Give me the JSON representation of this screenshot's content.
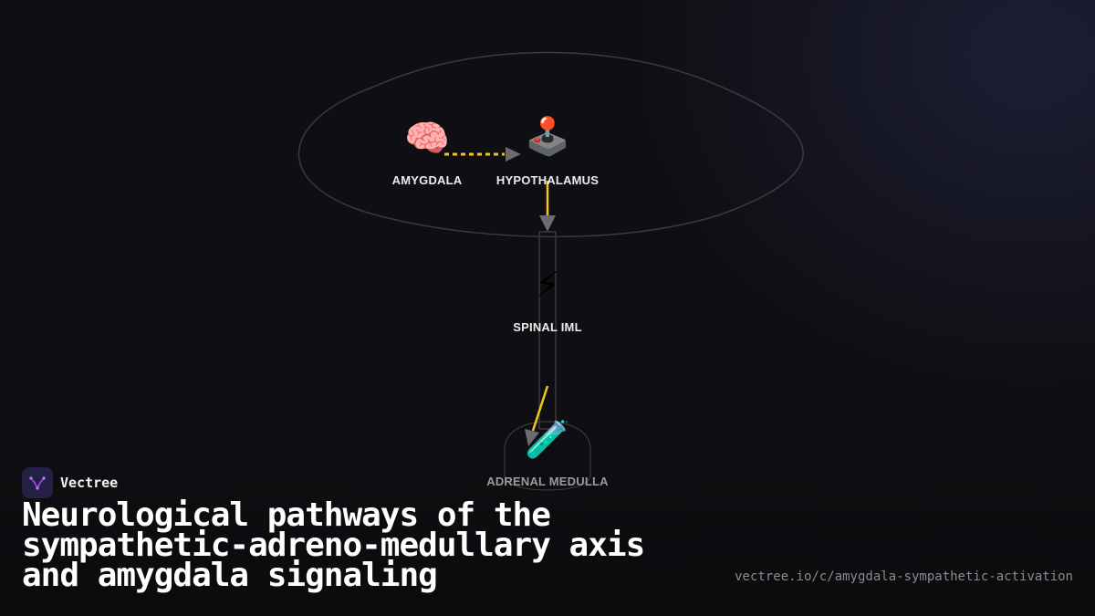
{
  "brand": {
    "name": "Vectree"
  },
  "title": "Neurological pathways of the sympathetic-adreno-medullary axis and amygdala signaling",
  "url": "vectree.io/c/amygdala-sympathetic-activation",
  "colors": {
    "background": "#0f0f13",
    "edge_active": "#f5c518",
    "edge_arrowhead": "#6b6b70",
    "outline": "#3a3a3e"
  },
  "nodes": {
    "amygdala": {
      "label": "AMYGDALA",
      "icon": "🧠",
      "icon_name": "brain-icon"
    },
    "hypothalamus": {
      "label": "HYPOTHALAMUS",
      "icon": "🕹️",
      "icon_name": "joystick-icon"
    },
    "spinal_iml": {
      "label": "SPINAL IML",
      "icon": "⚡",
      "icon_name": "lightning-icon"
    },
    "adrenal_medulla": {
      "label": "ADRENAL MEDULLA",
      "icon": "🧪",
      "icon_name": "test-tube-icon"
    }
  },
  "edges": [
    {
      "from": "AMYGDALA",
      "to": "HYPOTHALAMUS",
      "style": "dashed"
    },
    {
      "from": "HYPOTHALAMUS",
      "to": "SPINAL IML",
      "style": "solid"
    },
    {
      "from": "SPINAL IML",
      "to": "ADRENAL MEDULLA",
      "style": "solid"
    }
  ]
}
